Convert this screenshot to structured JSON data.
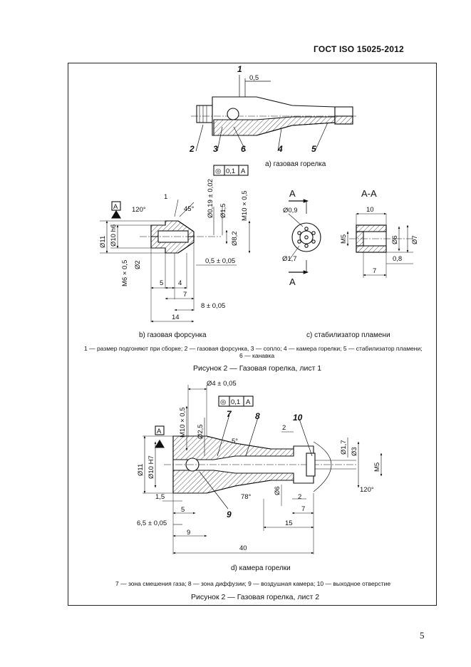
{
  "header": {
    "standard": "ГОСТ ISO 15025-2012"
  },
  "page_number": "5",
  "figure1": {
    "part_a": {
      "caption": "a)  газовая горелка",
      "dim_top": "0,5",
      "leaders": [
        "1",
        "2",
        "3",
        "6",
        "4",
        "5"
      ]
    },
    "part_b": {
      "caption": "b)  газовая форсунка",
      "tolerance_frame": [
        "◎",
        "0,1",
        "A"
      ],
      "datum": "A",
      "dims": {
        "angle120": "120°",
        "d1": "1",
        "angle45": "45°",
        "d019": "Ø0,19 ± 0,02",
        "d15": "Ø1,5",
        "m10": "M10 × 0,5",
        "d82": "Ø8,2",
        "d11": "Ø11",
        "d10h6": "Ø10 h6",
        "m6": "M6 × 0,5",
        "d2": "Ø2",
        "dd05": "0,5 ± 0,05",
        "l5": "5",
        "l4": "4",
        "l7": "7",
        "l8": "8 ± 0,05",
        "l14": "14"
      }
    },
    "part_c": {
      "caption": "c)  стабилизатор пламени",
      "section_label": "A-A",
      "arrow_label": "A",
      "arrow_label_bottom": "A",
      "dims": {
        "d09": "Ø0,9",
        "d17": "Ø1,7",
        "l10": "10",
        "m5": "M5",
        "d6": "Ø6",
        "d7": "Ø7",
        "l08": "0,8",
        "l7": "7"
      }
    },
    "legend_line1": "1 — размер подгоняют при сборке; 2 — газовая форсунка, 3 — сопло; 4 — камера горелки; 5 — стабилизатор пламени;",
    "legend_line2": "6 — канавка",
    "title": "Рисунок 2 — Газовая горелка, лист 1"
  },
  "figure2": {
    "part_d": {
      "caption": "d) камера горелки",
      "tolerance_frame": [
        "◎",
        "0,1",
        "A"
      ],
      "datum": "A",
      "leaders": [
        "7",
        "8",
        "10",
        "9"
      ],
      "dims": {
        "d4": "Ø4 ± 0,05",
        "m10": "M10 × 0,5",
        "d25": "Ø2,5",
        "a5": "5°",
        "l2top": "2",
        "d17": "Ø1,7",
        "d3": "Ø3",
        "d11": "Ø11",
        "d10h7": "Ø10 H7",
        "m5": "M5",
        "a78": "78°",
        "d6": "Ø6",
        "a120": "120°",
        "l15a": "1,5",
        "l5": "5",
        "l2": "2",
        "l7": "7",
        "l65": "6,5 ± 0,05",
        "l15": "15",
        "l9": "9",
        "l40": "40"
      }
    },
    "legend": "7 — зона смешения газа; 8 — зона диффузии; 9 — воздушная камера; 10 — выходное отверстие",
    "title": "Рисунок 2 — Газовая горелка, лист 2"
  }
}
